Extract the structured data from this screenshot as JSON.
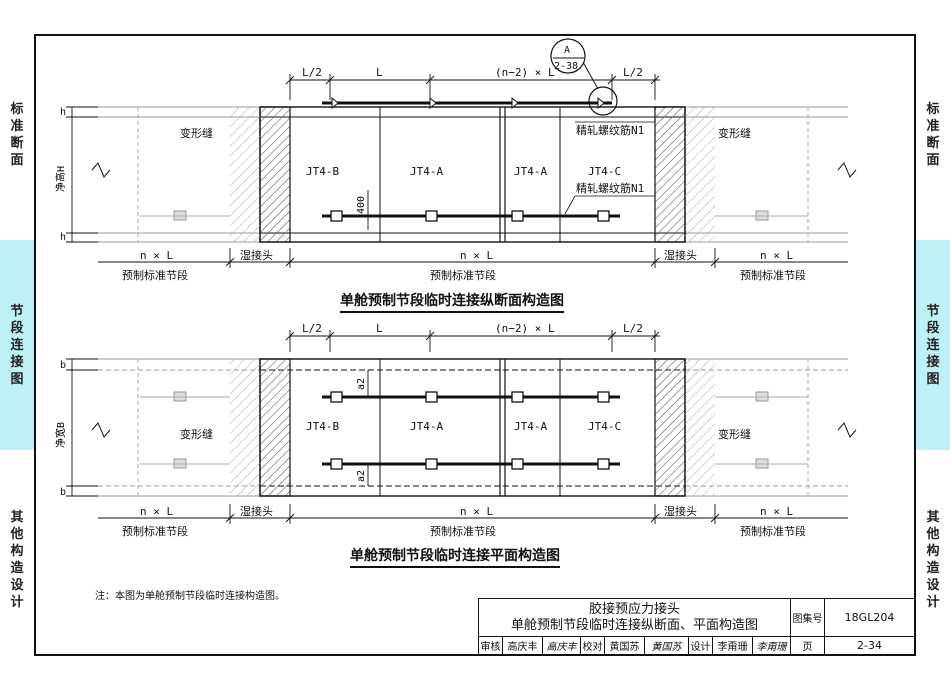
{
  "side_tabs": {
    "standard": "标准断面",
    "segment": "节段连接图",
    "other": "其他构造设计"
  },
  "top_figure": {
    "caption": "单舱预制节段临时连接纵断面构造图",
    "dim_half_l_left": "L/2",
    "dim_l": "L",
    "dim_n2l": "(n−2) × L",
    "dim_half_l_right": "L/2",
    "detail_ref_top": "A",
    "detail_ref_bottom": "2-38",
    "h_top": "h",
    "h_bottom": "h",
    "height_label": "净高H",
    "joint_left": "变形缝",
    "joint_right": "变形缝",
    "seg_b": "JT4-B",
    "seg_a1": "JT4-A",
    "seg_a2": "JT4-A",
    "seg_c": "JT4-C",
    "rebar_top": "精轧螺纹筋N1",
    "rebar_bottom": "精轧螺纹筋N1",
    "dim_400": "400",
    "nl_left": "n × L",
    "nl_mid": "n × L",
    "nl_right": "n × L",
    "wet_left": "湿接头",
    "wet_right": "湿接头",
    "std_left": "预制标准节段",
    "std_mid": "预制标准节段",
    "std_right": "预制标准节段"
  },
  "bottom_figure": {
    "caption": "单舱预制节段临时连接平面构造图",
    "dim_half_l_left": "L/2",
    "dim_l": "L",
    "dim_n2l": "(n−2) × L",
    "dim_half_l_right": "L/2",
    "b_top": "b",
    "b_bottom": "b",
    "width_label": "净宽B",
    "a2_top": "a2",
    "a2_bottom": "a2",
    "joint_left": "变形缝",
    "joint_right": "变形缝",
    "seg_b": "JT4-B",
    "seg_a1": "JT4-A",
    "seg_a2": "JT4-A",
    "seg_c": "JT4-C",
    "nl_left": "n × L",
    "nl_mid": "n × L",
    "nl_right": "n × L",
    "wet_left": "湿接头",
    "wet_right": "湿接头",
    "std_left": "预制标准节段",
    "std_mid": "预制标准节段",
    "std_right": "预制标准节段"
  },
  "note": "注：本图为单舱预制节段临时连接构造图。",
  "title_block": {
    "title_line1": "胶接预应力接头",
    "title_line2": "单舱预制节段临时连接纵断面、平面构造图",
    "atlas_label": "图集号",
    "atlas_value": "18GL204",
    "page_label": "页",
    "page_value": "2-34",
    "review_label": "审核",
    "review_name": "高庆丰",
    "review_sign": "高庆丰",
    "check_label": "校对",
    "check_name": "黄国苏",
    "check_sign": "黄国苏",
    "design_label": "设计",
    "design_name": "李甭珊",
    "design_sign": "李甭珊"
  },
  "colors": {
    "tab_highlight": "#bff0f4",
    "line": "#111111",
    "hatch": "#555555"
  }
}
